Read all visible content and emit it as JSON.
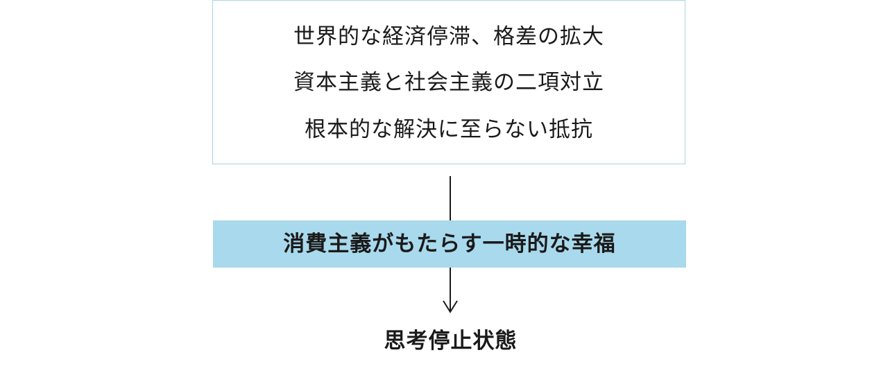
{
  "top_box": {
    "lines": [
      "世界的な経済停滞、格差の拡大",
      "資本主義と社会主義の二項対立",
      "根本的な解決に至らない抵抗"
    ]
  },
  "middle_box": {
    "text": "消費主義がもたらす一時的な幸福"
  },
  "bottom": {
    "text": "思考停止状態"
  },
  "colors": {
    "box_border": "#a9d4e3",
    "highlight_fill": "#a9d9ec",
    "text": "#1a1a1a"
  },
  "icons": {
    "arrow": "arrow-down-icon"
  }
}
